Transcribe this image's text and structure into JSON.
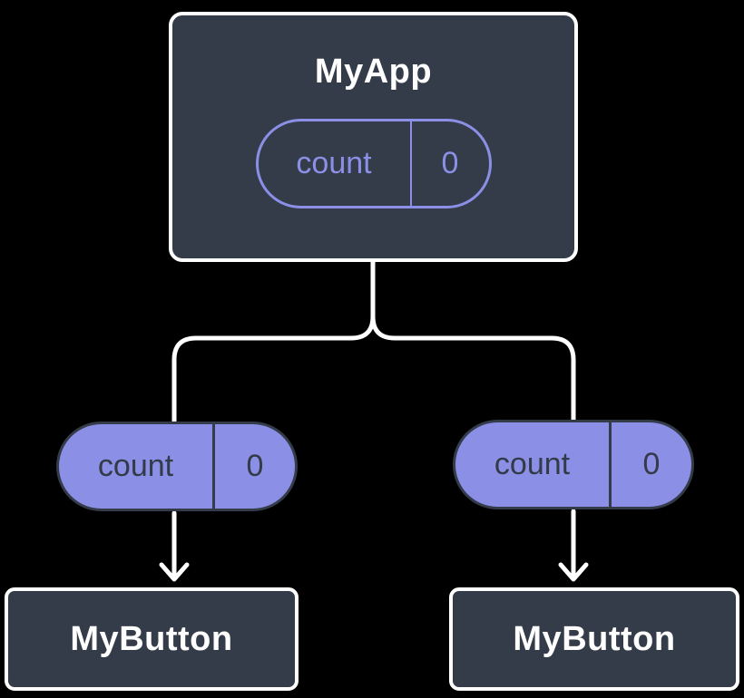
{
  "diagram": {
    "root": {
      "title": "MyApp",
      "state": {
        "name": "count",
        "value": "0"
      }
    },
    "children": [
      {
        "title": "MyButton",
        "prop": {
          "name": "count",
          "value": "0"
        }
      },
      {
        "title": "MyButton",
        "prop": {
          "name": "count",
          "value": "0"
        }
      }
    ],
    "colors": {
      "background": "#000000",
      "node_fill": "#343B49",
      "node_border": "#FFFFFF",
      "node_text": "#FFFFFF",
      "pill_purple": "#8B90E6",
      "pill_dark_text": "#333A48",
      "connector": "#FFFFFF"
    }
  }
}
